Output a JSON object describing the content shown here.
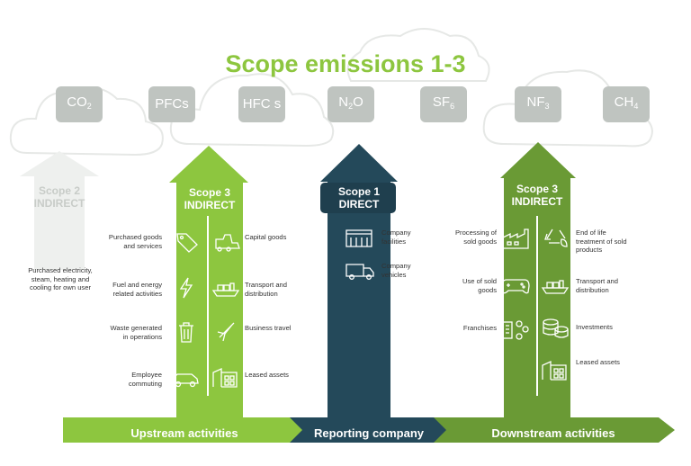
{
  "title": "Scope emissions 1-3",
  "gases": [
    {
      "base": "CO",
      "sub": "2",
      "sup": ""
    },
    {
      "base": "PFCs",
      "sub": "",
      "sup": ""
    },
    {
      "base": "HFC s",
      "sub": "",
      "sup": ""
    },
    {
      "base": "N",
      "sub": "2",
      "sup": "O"
    },
    {
      "base": "SF",
      "sub": "6",
      "sup": ""
    },
    {
      "base": "NF",
      "sub": "3",
      "sup": ""
    },
    {
      "base": "CH",
      "sub": "4",
      "sup": ""
    }
  ],
  "scope2": {
    "line1": "Scope 2",
    "line2": "INDIRECT",
    "description": "Purchased electricity, steam, heating and cooling for own user"
  },
  "scope3_upstream": {
    "line1": "Scope 3",
    "line2": "INDIRECT",
    "left": [
      "Purchased goods and services",
      "Fuel and energy related activities",
      "Waste generated in operations",
      "Employee commuting"
    ],
    "right": [
      "Capital goods",
      "Transport and distribution",
      "Business travel",
      "Leased assets"
    ]
  },
  "scope1": {
    "line1": "Scope 1",
    "line2": "DIRECT",
    "items": [
      "Company facilities",
      "Company vehicles"
    ]
  },
  "scope3_downstream": {
    "line1": "Scope 3",
    "line2": "INDIRECT",
    "left": [
      "Processing of sold goods",
      "Use of sold goods",
      "Franchises"
    ],
    "right": [
      "End of life treatment of sold products",
      "Transport and distribution",
      "Investments",
      "Leased assets"
    ]
  },
  "bottom": {
    "upstream": "Upstream activities",
    "reporting": "Reporting company",
    "downstream": "Downstream activities"
  },
  "colors": {
    "light_green": "#8dc63f",
    "mid_green": "#6a9a35",
    "dark_teal": "#24495a",
    "gray_box": "#bfc4c0",
    "ghost_gray": "#eef0ee"
  }
}
